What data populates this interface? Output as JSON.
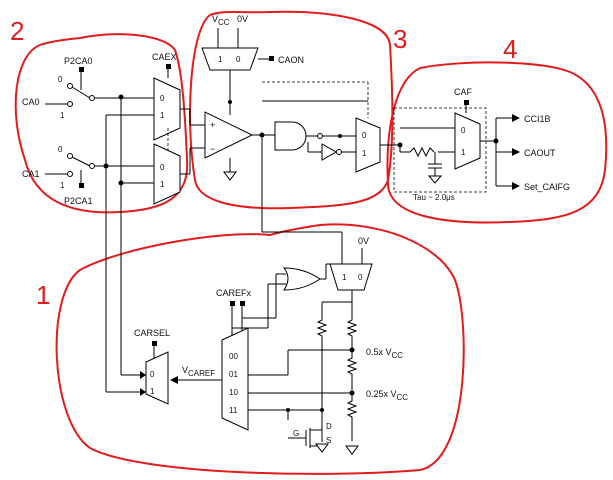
{
  "annotations": {
    "n1": "1",
    "n2": "2",
    "n3": "3",
    "n4": "4"
  },
  "pins": {
    "p2ca0": "P2CA0",
    "ca0": "CA0",
    "ca1": "CA1",
    "p2ca1": "P2CA1",
    "caex": "CAEX",
    "caon": "CAON",
    "caf": "CAF",
    "carefx": "CAREFx",
    "carsel": "CARSEL"
  },
  "supply": {
    "vcc": "V",
    "vcc_sub": "CC",
    "zero_v": "0V"
  },
  "outputs": {
    "cci1b": "CCI1B",
    "caout": "CAOUT",
    "set_caifg": "Set_CAIFG"
  },
  "filter": {
    "tau": "Tau ~ 2.0μs"
  },
  "reference": {
    "vcaref": "V",
    "vcaref_sub": "CAREF",
    "half_vcc": "0.5x V",
    "quarter_vcc": "0.25x V",
    "cc": "CC"
  },
  "mux_labels": {
    "zero": "0",
    "one": "1",
    "code00": "00",
    "code01": "01",
    "code10": "10",
    "code11": "11"
  },
  "comparator": {
    "plus": "+",
    "minus": "−"
  },
  "transistor": {
    "g": "G",
    "d": "D",
    "s": "S"
  },
  "colors": {
    "annotation": "#e21b1b",
    "lines": "#000000"
  }
}
